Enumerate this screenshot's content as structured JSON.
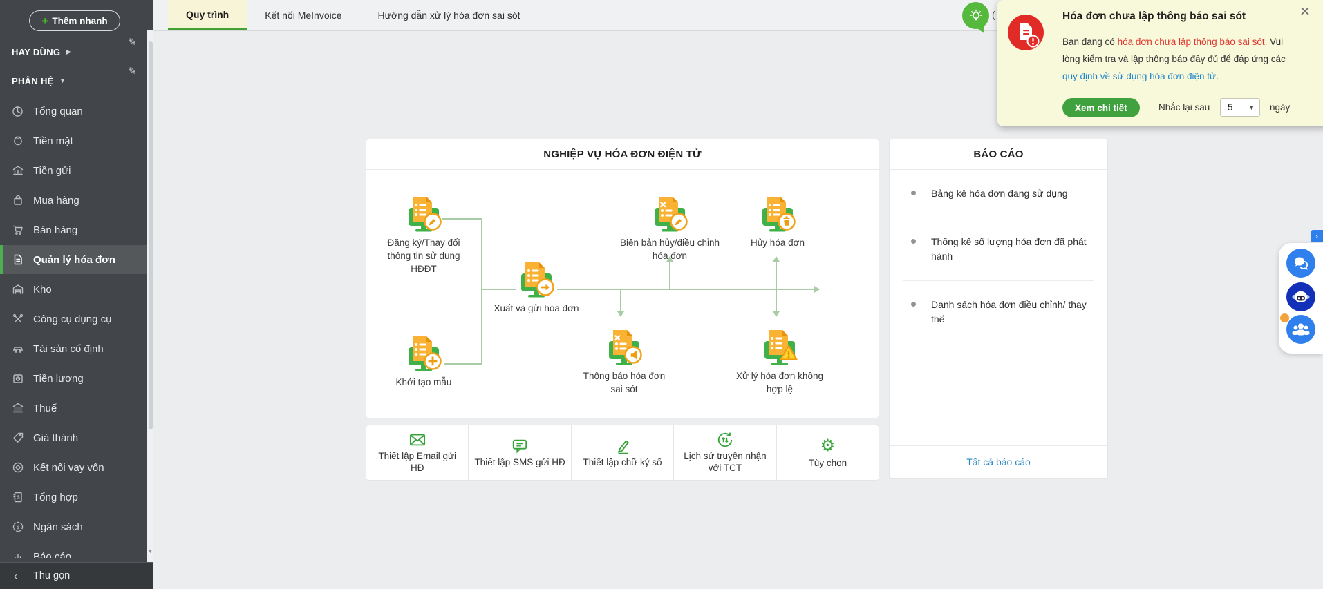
{
  "sidebar": {
    "quick_add_label": "Thêm nhanh",
    "sections": [
      {
        "label": "HAY DÙNG"
      },
      {
        "label": "PHÂN HỆ"
      }
    ],
    "items": [
      {
        "label": "Tổng quan"
      },
      {
        "label": "Tiền mặt"
      },
      {
        "label": "Tiền gửi"
      },
      {
        "label": "Mua hàng"
      },
      {
        "label": "Bán hàng"
      },
      {
        "label": "Quản lý hóa đơn",
        "active": true
      },
      {
        "label": "Kho"
      },
      {
        "label": "Công cụ dụng cụ"
      },
      {
        "label": "Tài sản cố định"
      },
      {
        "label": "Tiền lương"
      },
      {
        "label": "Thuế"
      },
      {
        "label": "Giá thành"
      },
      {
        "label": "Kết nối vay vốn"
      },
      {
        "label": "Tổng hợp"
      },
      {
        "label": "Ngân sách"
      },
      {
        "label": "Báo cáo"
      }
    ],
    "collapse_label": "Thu gọn"
  },
  "tabs": [
    {
      "label": "Quy trình",
      "active": true
    },
    {
      "label": "Kết nối MeInvoice",
      "active": false
    },
    {
      "label": "Hướng dẫn xử lý hóa đơn sai sót",
      "active": false
    }
  ],
  "header": {
    "partial_text": "("
  },
  "flow": {
    "title": "NGHIỆP VỤ HÓA ĐƠN ĐIỆN TỬ",
    "nodes": [
      {
        "label": "Đăng ký/Thay đổi thông tin sử dụng HĐĐT"
      },
      {
        "label": "Khởi tạo mẫu"
      },
      {
        "label": "Xuất và gửi hóa đơn"
      },
      {
        "label": "Biên bản hủy/điều chỉnh hóa đơn"
      },
      {
        "label": "Hủy hóa đơn"
      },
      {
        "label": "Thông báo hóa đơn sai sót"
      },
      {
        "label": "Xử lý hóa đơn không hợp lệ"
      }
    ]
  },
  "toolbar": {
    "items": [
      {
        "label": "Thiết lập Email gửi HĐ"
      },
      {
        "label": "Thiết lập SMS gửi HĐ"
      },
      {
        "label": "Thiết lập chữ ký số"
      },
      {
        "label": "Lịch sử truyền nhận với TCT"
      },
      {
        "label": "Tùy chọn"
      }
    ]
  },
  "reports": {
    "title": "BÁO CÁO",
    "items": [
      {
        "label": "Bảng kê hóa đơn đang sử dụng"
      },
      {
        "label": "Thống kê số lượng hóa đơn đã phát hành"
      },
      {
        "label": "Danh sách hóa đơn điều chỉnh/ thay thế"
      }
    ],
    "footer_link": "Tất cả báo cáo"
  },
  "notification": {
    "title": "Hóa đơn chưa lập thông báo sai sót",
    "body_prefix": "Bạn đang có ",
    "body_highlight": "hóa đơn chưa lập thông báo sai sót.",
    "body_mid": " Vui lòng kiểm tra và lập thông báo đầy đủ để đáp ứng các ",
    "body_link": "quy định về sử dụng hóa đơn điện tử",
    "body_suffix": ".",
    "cta_label": "Xem chi tiết",
    "remind_label": "Nhắc lại sau",
    "remind_value": "5",
    "remind_unit": "ngày",
    "close_glyph": "✕"
  },
  "colors": {
    "accent_green": "#43a332",
    "sidebar_bg": "#42464a",
    "active_tab_bg": "#f8f4d7",
    "notification_bg": "#f8f8da",
    "alert_red": "#e12b26",
    "link_blue": "#2086c9",
    "flow_line_green": "#a9cba5",
    "icon_yellow": "#f9b233",
    "icon_green": "#3fb148",
    "widget_blue": "#2f80ed",
    "widget_dark_blue": "#1330b8"
  }
}
